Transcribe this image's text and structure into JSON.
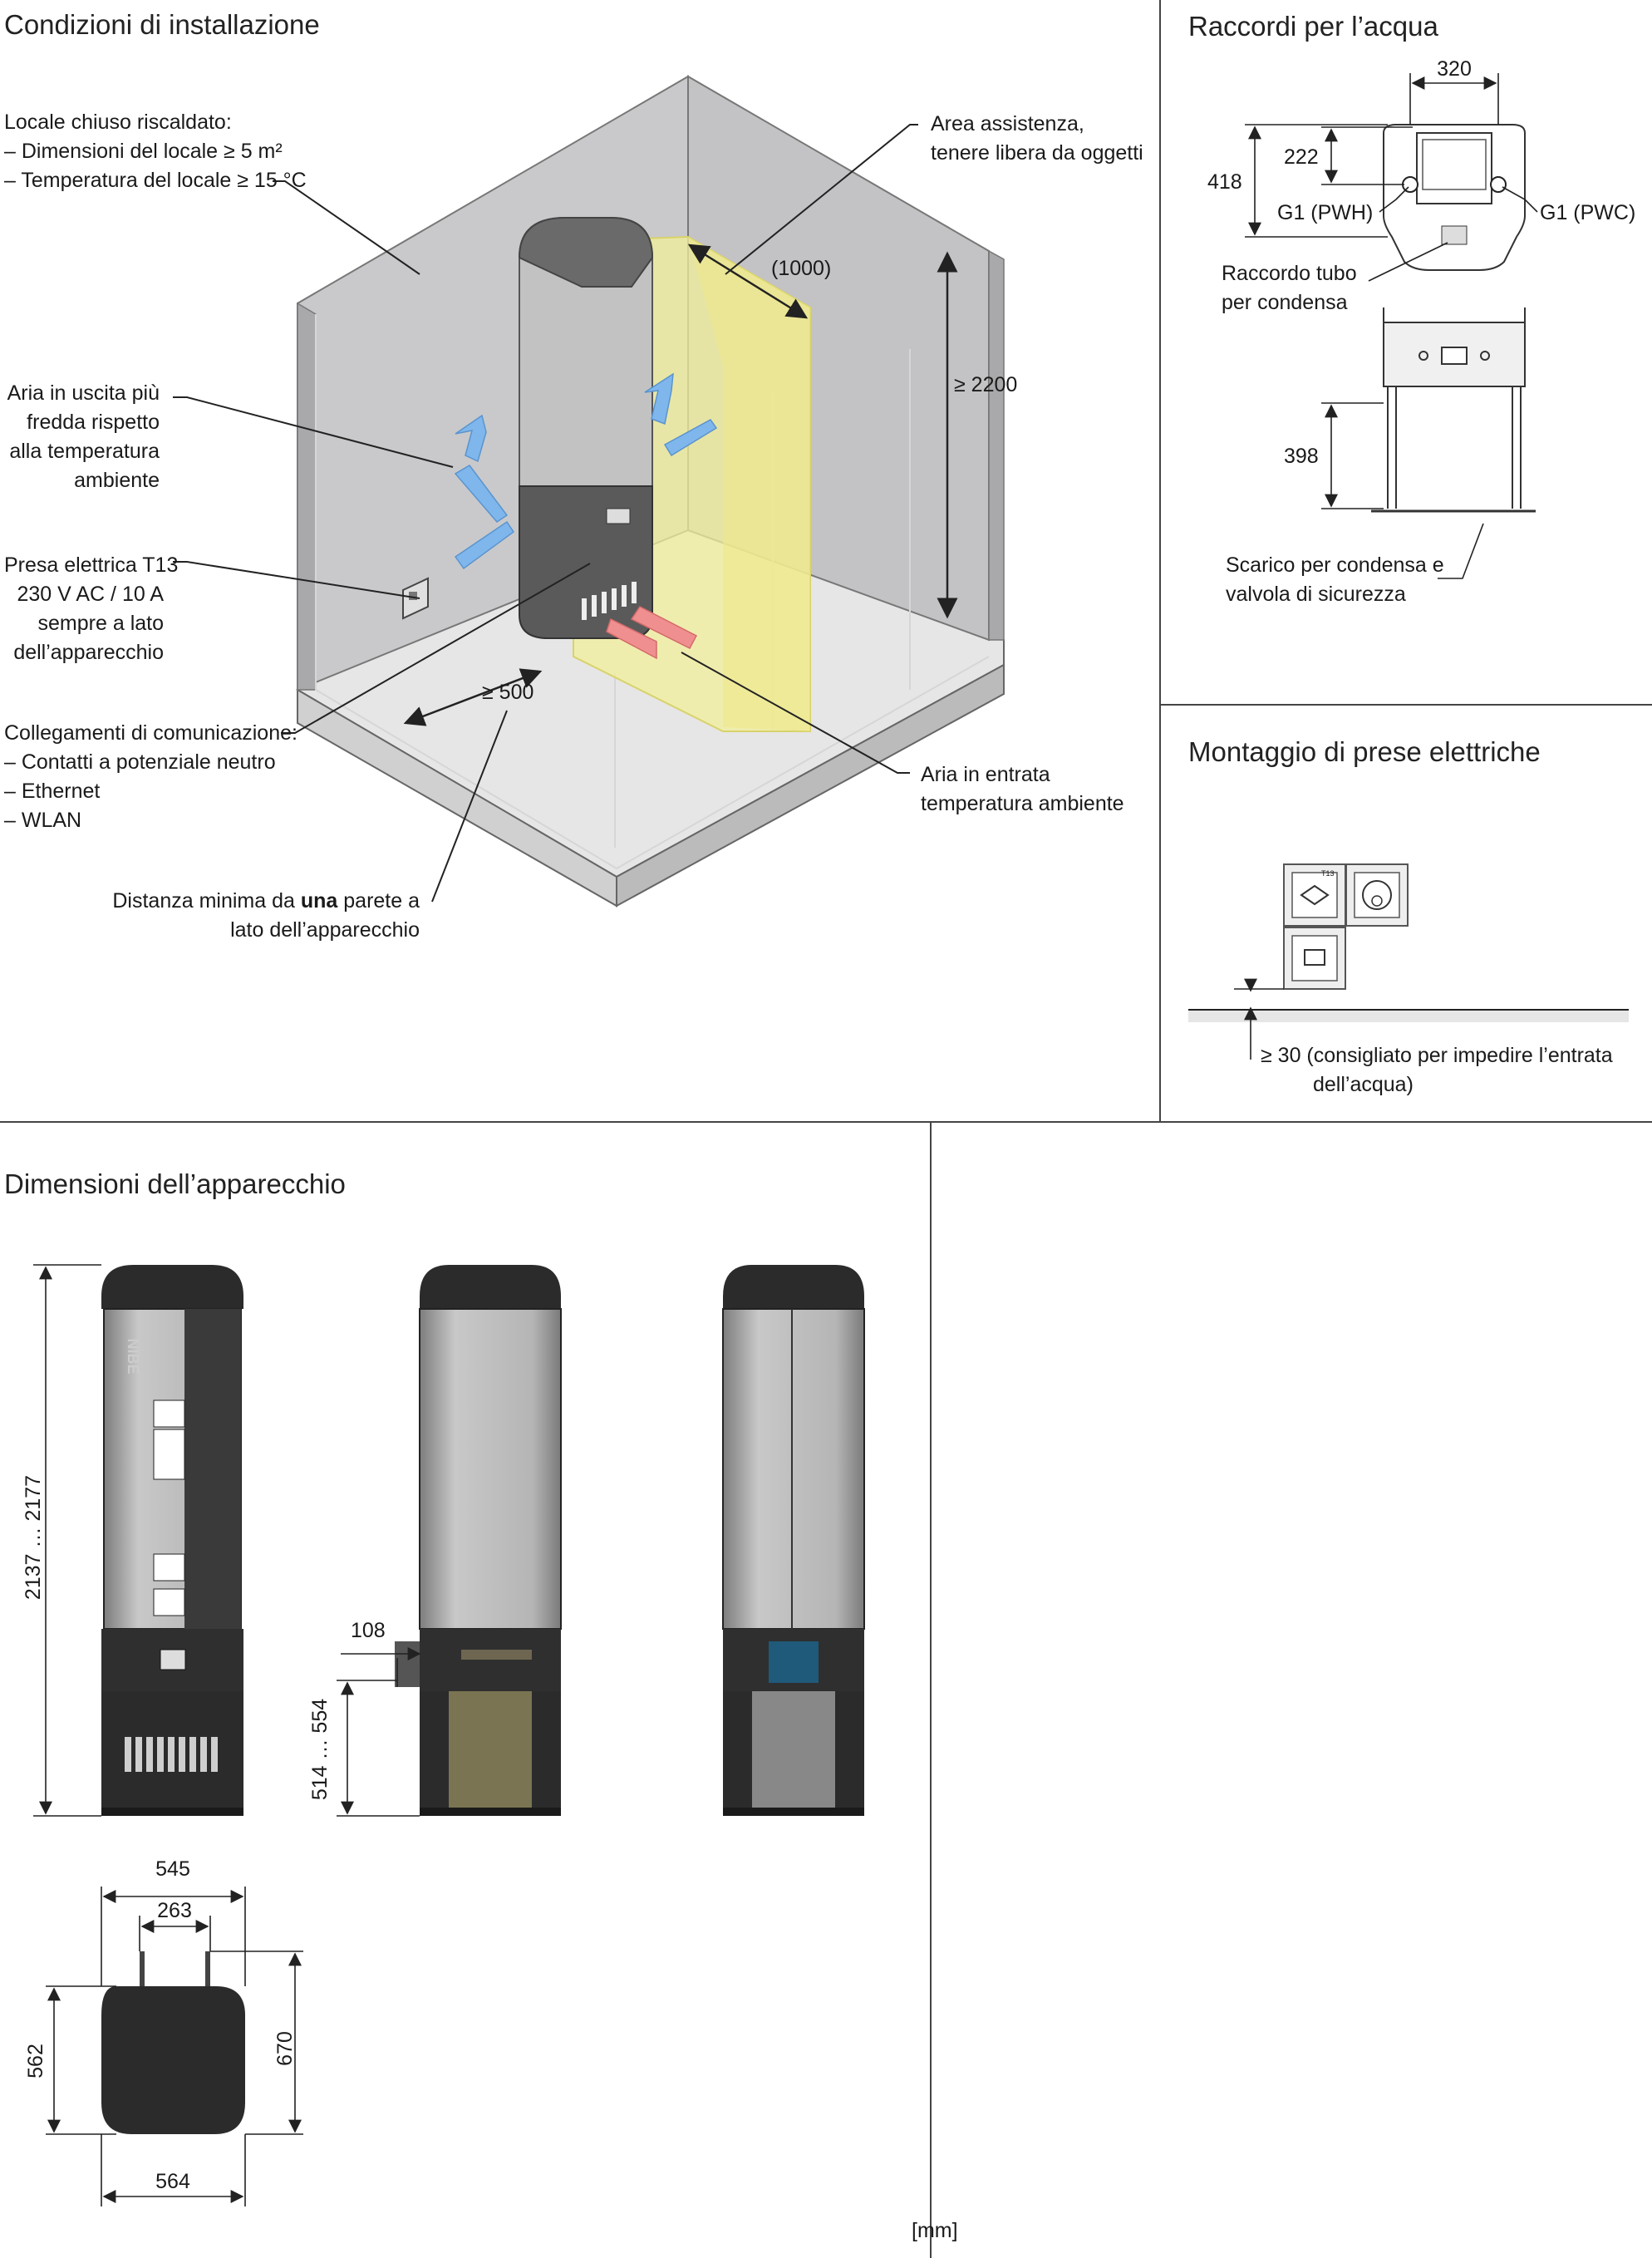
{
  "sections": {
    "installation": {
      "title": "Condizioni di installazione",
      "room_lines": [
        "Locale chiuso riscaldato:",
        "– Dimensioni del locale ≥ 5 m²",
        "– Temperatura del locale ≥ 15 °C"
      ],
      "service_lines": [
        "Area assistenza,",
        "tenere libera da oggetti"
      ],
      "service_depth": "(1000)",
      "height": "≥ 2200",
      "air_out_lines": [
        "Aria in uscita più",
        "fredda rispetto",
        "alla temperatura",
        "ambiente"
      ],
      "socket_lines": [
        "Presa elettrica T13",
        "230 V AC / 10 A",
        "sempre a lato",
        "dell’apparecchio"
      ],
      "side_distance": "≥ 500",
      "comm_lines": [
        "Collegamenti di comunicazione:",
        "– Contatti a potenziale neutro",
        "– Ethernet",
        "– WLAN"
      ],
      "air_in_lines": [
        "Aria in entrata",
        "temperatura ambiente"
      ],
      "min_dist_pre": "Distanza minima da ",
      "min_dist_bold": "una",
      "min_dist_post": " parete a",
      "min_dist_line2": "lato dell’apparecchio"
    },
    "water": {
      "title": "Raccordi per l’acqua",
      "dim_320": "320",
      "dim_222": "222",
      "dim_418": "418",
      "pwh": "G1 (PWH)",
      "pwc": "G1 (PWC)",
      "condensate_lines": [
        "Raccordo tubo",
        "per condensa"
      ],
      "dim_398": "398",
      "drain_lines": [
        "Scarico per condensa e",
        "valvola di sicurezza"
      ]
    },
    "sockets": {
      "title": "Montaggio di prese elettriche",
      "t13_tag": "T13",
      "note_line1": "≥ 30  (consigliato per impedire l’entrata",
      "note_line2": "dell’acqua)"
    },
    "dimensions": {
      "title": "Dimensioni dell’apparecchio",
      "height": "2137 … 2177",
      "pipe_offset": "108",
      "pipe_height": "514 … 554",
      "width_top": "545",
      "pipe_spacing": "263",
      "depth_left": "562",
      "depth_right": "670",
      "width_bottom": "564",
      "brand": "NIBE",
      "unit": "[mm]"
    }
  },
  "colors": {
    "wall": "#c9c9cb",
    "service_area": "#f2ef9a",
    "cold_air": "#7fb7ec",
    "warm_air": "#f08f90",
    "unit_dark": "#2b2b2b",
    "unit_panel": "#b3b3b3",
    "divider": "#444444"
  }
}
